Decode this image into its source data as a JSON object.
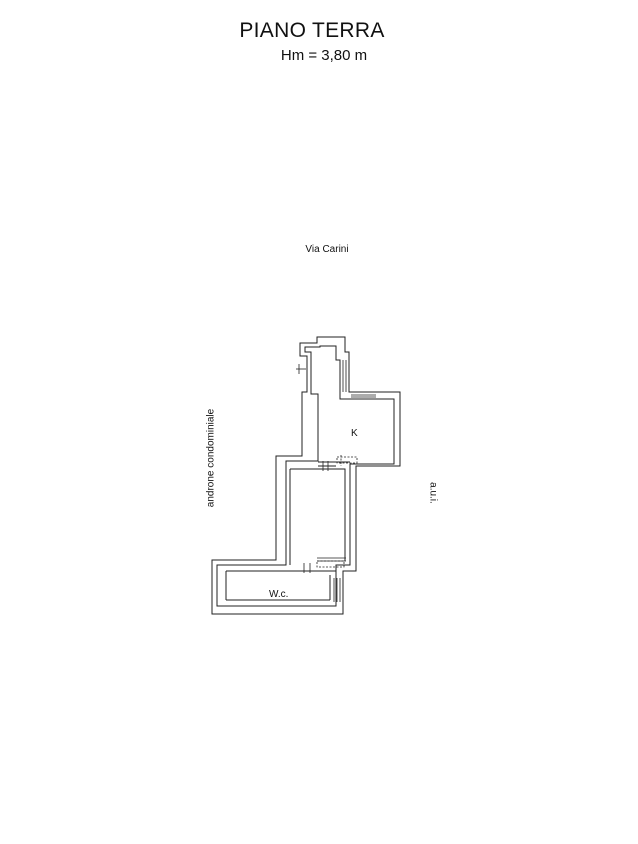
{
  "title": "PIANO TERRA",
  "height_note": "Hm = 3,80 m",
  "labels": {
    "street": "Via Carini",
    "left_side": "androne condominiale",
    "right_side": "a.u.i."
  },
  "rooms": {
    "kitchen": "K",
    "bathroom": "W.c."
  }
}
